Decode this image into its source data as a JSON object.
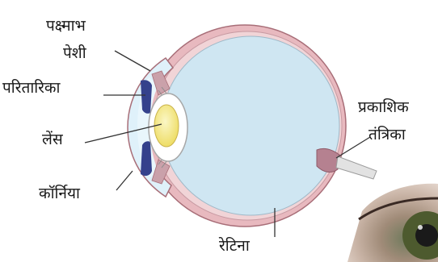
{
  "diagram": {
    "labels": {
      "ciliary_muscle_line1": "पक्ष्माभ",
      "ciliary_muscle_line2": "पेशी",
      "iris": "परितारिका",
      "lens": "लेंस",
      "cornea": "कॉर्निया",
      "optic_nerve_line1": "प्रकाशिक",
      "optic_nerve_line2": "तंत्रिका",
      "retina": "रेटिना"
    },
    "colors": {
      "vitreous": "#cfe6f2",
      "sclera": "#e8b9bf",
      "sclera_outline": "#a86e78",
      "lens": "#f6ef9a",
      "iris": "#34418c",
      "cornea": "#dff1fa",
      "optic_nerve": "#b58190",
      "leader_line": "#333333"
    }
  }
}
